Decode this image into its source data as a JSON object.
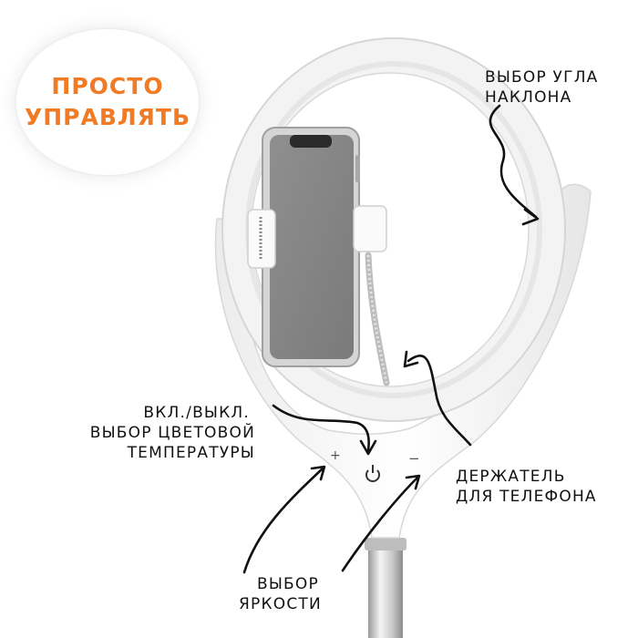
{
  "badge": {
    "line1": "ПРОСТО",
    "line2": "УПРАВЛЯТЬ",
    "color": "#f07b24"
  },
  "labels": {
    "tilt": [
      "ВЫБОР УГЛА",
      "НАКЛОНА"
    ],
    "power": [
      "ВКЛ./ВЫКЛ.",
      "ВЫБОР ЦВЕТОВОЙ",
      "ТЕМПЕРАТУРЫ"
    ],
    "holder": [
      "ДЕРЖАТЕЛЬ",
      "ДЛЯ ТЕЛЕФОНА"
    ],
    "brightness": [
      "ВЫБОР",
      "ЯРКОСТИ"
    ]
  },
  "controls": {
    "plus": "+",
    "minus": "−"
  },
  "icons": [
    "power-icon",
    "plus-icon",
    "minus-icon"
  ],
  "colors": {
    "device": "#f2f2f2",
    "phone_screen": "#8a8a8a",
    "text": "#111111",
    "accent": "#f07b24"
  }
}
